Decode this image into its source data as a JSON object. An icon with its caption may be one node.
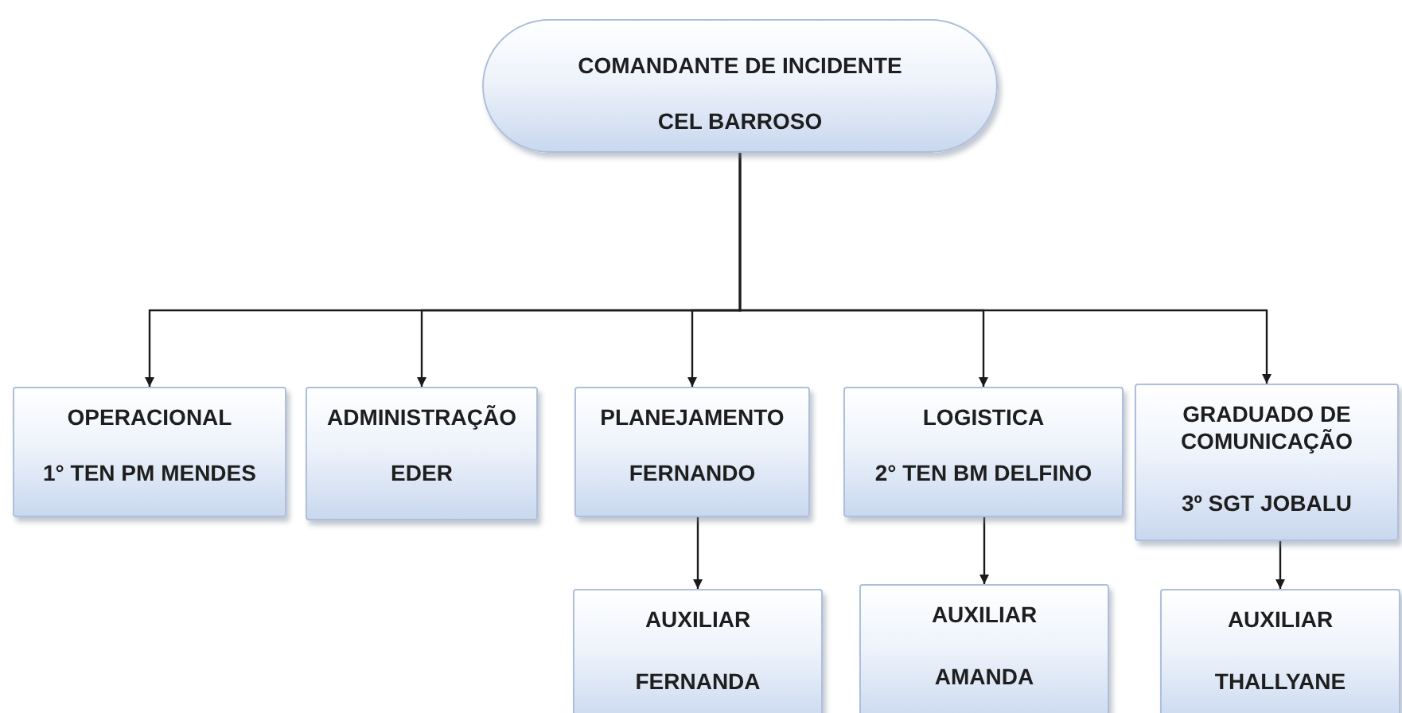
{
  "diagram": {
    "nodes": [
      {
        "text": [
          "COMANDANTE DE INCIDENTE",
          "CEL BARROSO"
        ]
      },
      {
        "text": [
          "OPERACIONAL",
          "1° TEN PM MENDES"
        ]
      },
      {
        "text": [
          "ADMINISTRAÇÃO",
          "EDER"
        ]
      },
      {
        "text": [
          "PLANEJAMENTO",
          "FERNANDO"
        ]
      },
      {
        "text": [
          "LOGISTICA",
          "2° TEN BM DELFINO"
        ]
      },
      {
        "text": [
          "GRADUADO DE COMUNICAÇÃO",
          "3º SGT JOBALU"
        ]
      },
      {
        "text": [
          "AUXILIAR",
          "FERNANDA"
        ]
      },
      {
        "text": [
          "AUXILIAR",
          "AMANDA"
        ]
      },
      {
        "text": [
          "AUXILIAR",
          "THALLYANE"
        ]
      }
    ],
    "edges": [
      {
        "from": 0,
        "to": 1,
        "arrow": "to"
      },
      {
        "from": 0,
        "to": 2,
        "arrow": "to"
      },
      {
        "from": 0,
        "to": 3,
        "arrow": "to"
      },
      {
        "from": 0,
        "to": 4,
        "arrow": "to"
      },
      {
        "from": 0,
        "to": 5,
        "arrow": "to"
      },
      {
        "from": 3,
        "to": 6,
        "arrow": "to"
      },
      {
        "from": 4,
        "to": 7,
        "arrow": "to"
      },
      {
        "from": 5,
        "to": 8,
        "arrow": "to"
      }
    ]
  }
}
